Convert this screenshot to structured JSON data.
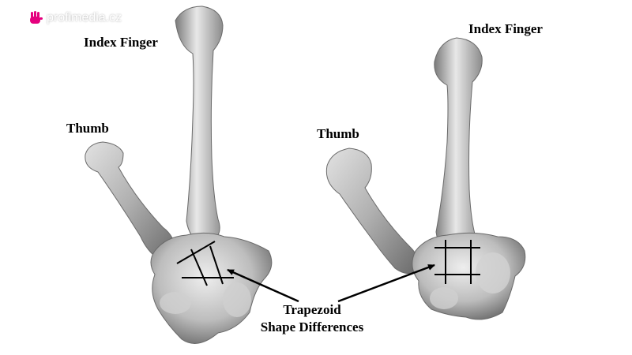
{
  "watermark": {
    "text": "profimedia.cz",
    "icon": "hand-logo-icon",
    "icon_color": "#e5007e"
  },
  "left_specimen": {
    "finger_label": "Index Finger",
    "thumb_label": "Thumb"
  },
  "right_specimen": {
    "finger_label": "Index Finger",
    "thumb_label": "Thumb"
  },
  "annotation": {
    "line1": "Trapezoid",
    "line2": "Shape Differences"
  },
  "colors": {
    "bone_light": "#e6e6e6",
    "bone_mid": "#b8b8b8",
    "bone_dark": "#6e6e6e",
    "ink": "#000000"
  }
}
